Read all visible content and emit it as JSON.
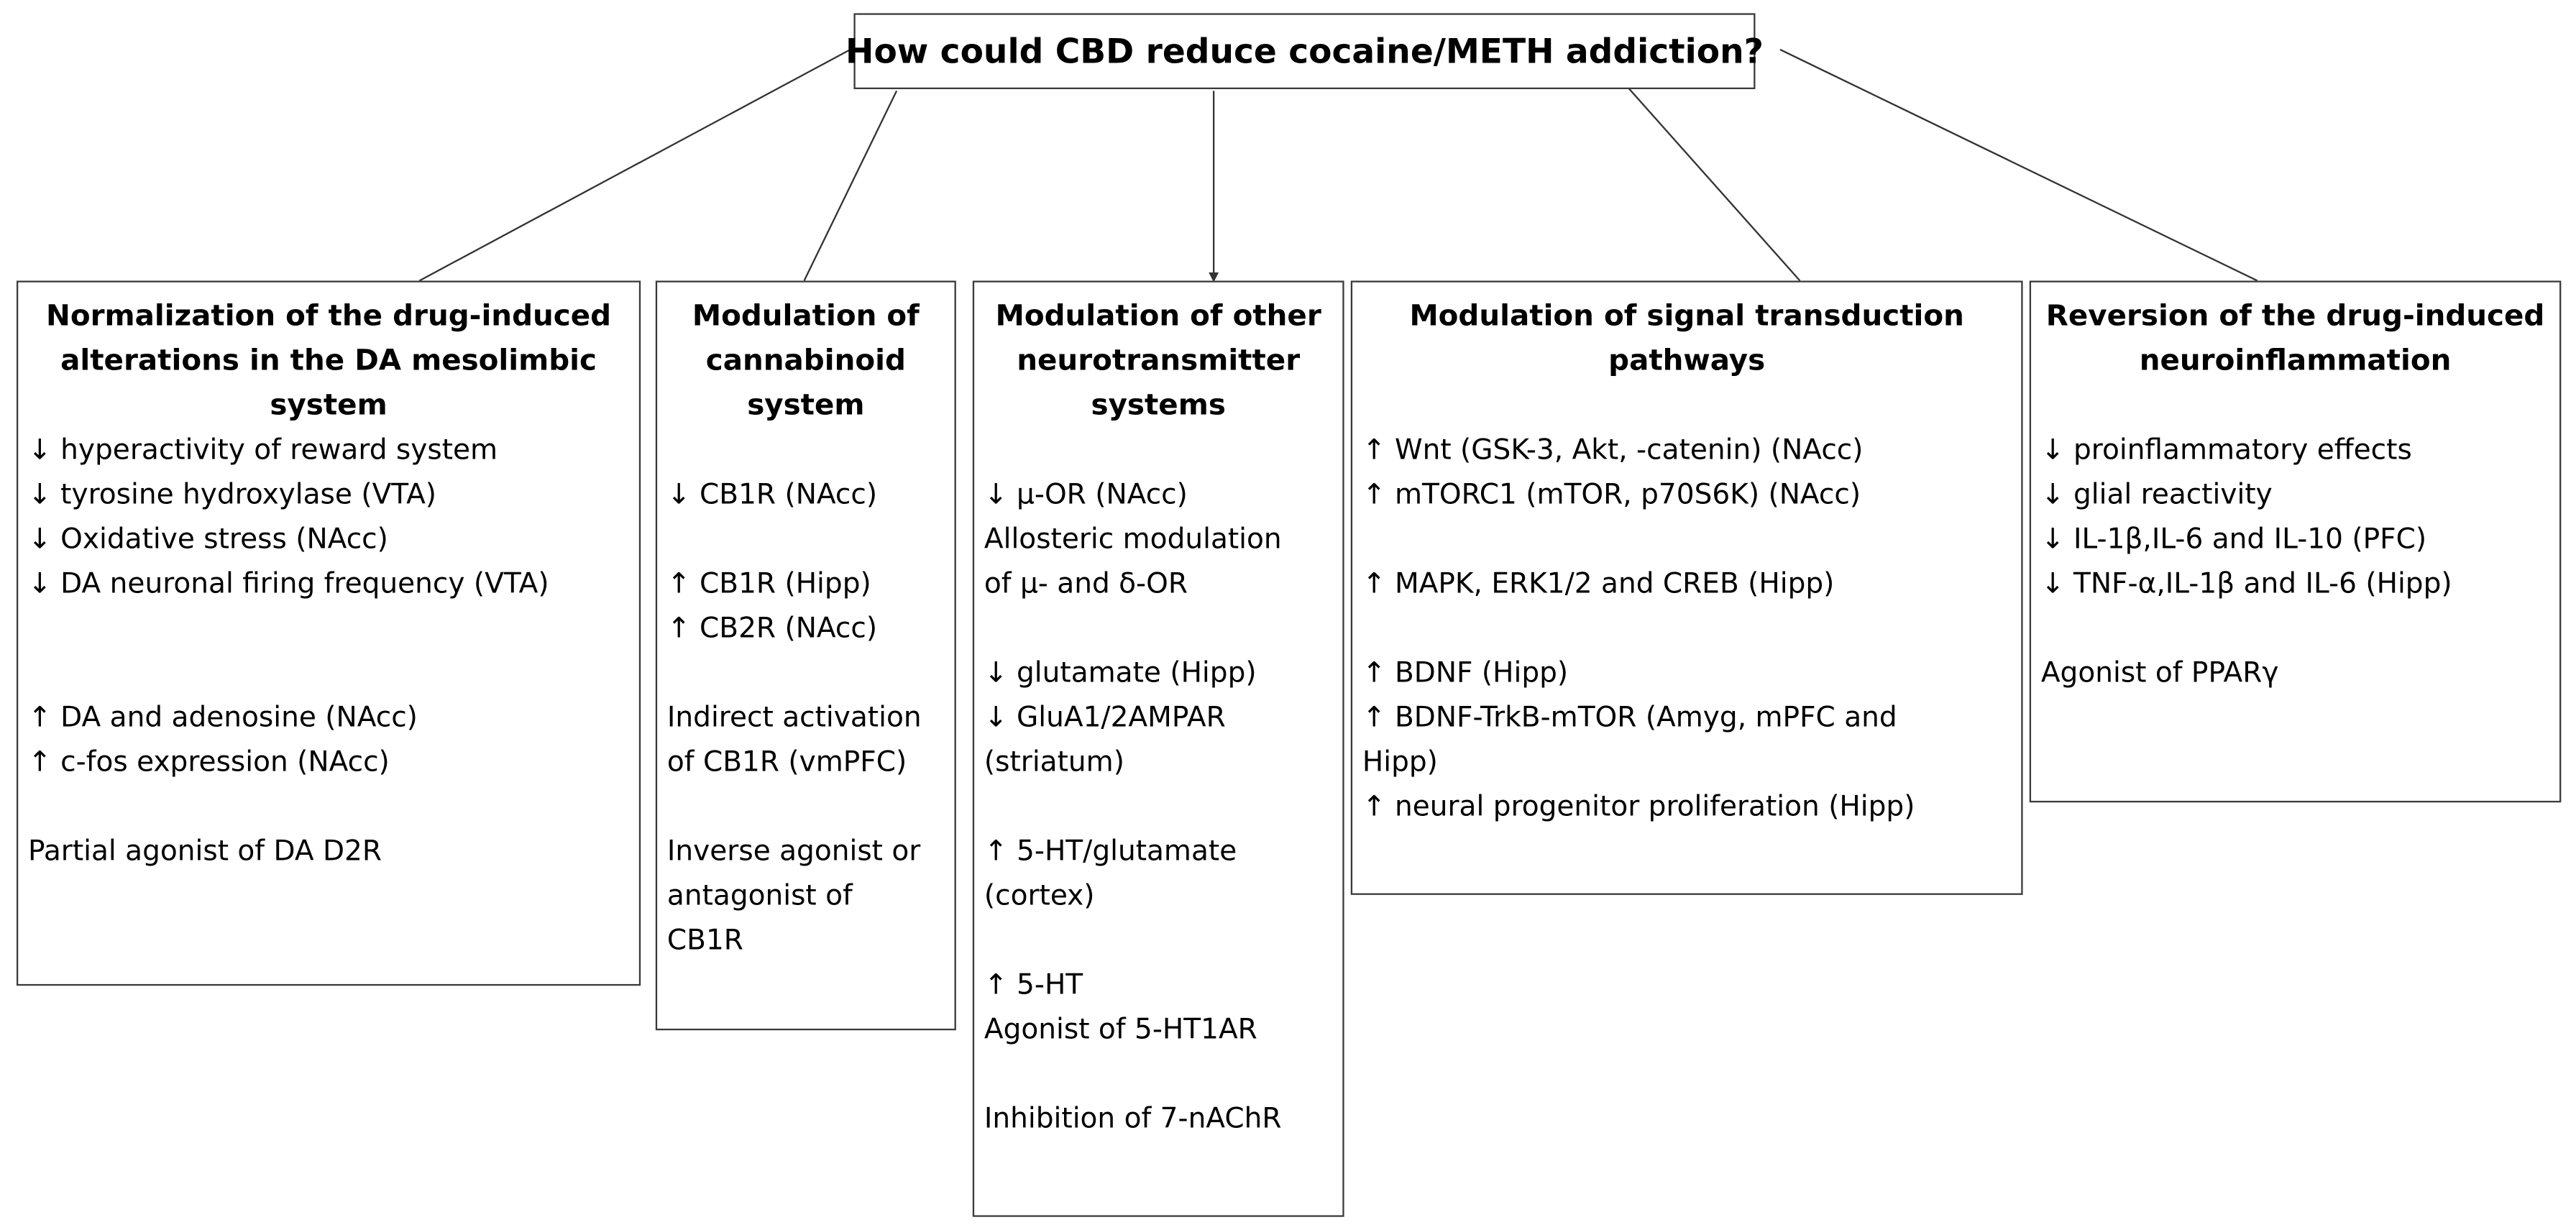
{
  "root": {
    "label": "How could CBD reduce cocaine/METH addiction?"
  },
  "boxes": [
    {
      "title": [
        "Normalization of the drug-induced",
        "alterations in the DA mesolimbic",
        "system"
      ],
      "lines": [
        "",
        "↓ hyperactivity of reward system",
        "↓ tyrosine hydroxylase (VTA)",
        "↓ Oxidative stress (NAcc)",
        "↓ DA neuronal firing frequency (VTA)",
        "",
        "",
        "↑ DA and adenosine (NAcc)",
        "↑ c-fos expression (NAcc)",
        "",
        "Partial agonist of DA D2R"
      ]
    },
    {
      "title": [
        "Modulation of",
        "cannabinoid",
        "system"
      ],
      "lines": [
        "",
        "↓ CB1R (NAcc)",
        "",
        "↑ CB1R (Hipp)",
        "↑ CB2R (NAcc)",
        "",
        "Indirect activation",
        "of CB1R (vmPFC)",
        "",
        "Inverse agonist or",
        "antagonist of",
        "CB1R"
      ]
    },
    {
      "title": [
        "Modulation of other",
        "neurotransmitter",
        "systems"
      ],
      "lines": [
        "",
        "↓ μ-OR (NAcc)",
        "Allosteric modulation",
        "of μ- and δ-OR",
        "",
        "↓ glutamate (Hipp)",
        "↓ GluA1/2AMPAR",
        "(striatum)",
        "",
        "↑ 5-HT/glutamate",
        "(cortex)",
        "",
        "↑ 5-HT",
        "Agonist of 5-HT1AR",
        "",
        "Inhibition of 7-nAChR"
      ]
    },
    {
      "title": [
        "Modulation of signal transduction",
        "pathways"
      ],
      "lines": [
        "",
        "↑ Wnt (GSK-3, Akt, -catenin) (NAcc)",
        "↑ mTORC1 (mTOR, p70S6K) (NAcc)",
        "",
        "↑ MAPK, ERK1/2 and CREB (Hipp)",
        "",
        "↑ BDNF (Hipp)",
        "↑ BDNF-TrkB-mTOR (Amyg, mPFC and",
        "Hipp)",
        "↑ neural progenitor proliferation (Hipp)"
      ]
    },
    {
      "title": [
        "Reversion of the drug-induced",
        "neuroinflammation"
      ],
      "lines": [
        "",
        "↓ proinflammatory effects",
        "↓ glial reactivity",
        "↓ IL-1β,IL-6 and IL-10 (PFC)",
        "↓ TNF-α,IL-1β and IL-6 (Hipp)",
        "",
        "Agonist of PPARγ"
      ]
    }
  ]
}
